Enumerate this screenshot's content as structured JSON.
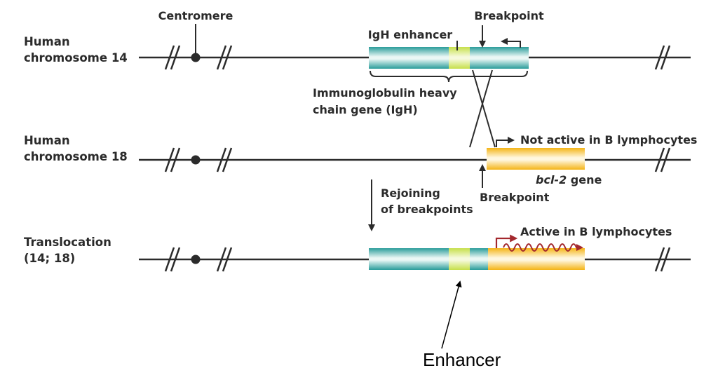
{
  "rows": [
    {
      "id": "chr14",
      "label_line1": "Human",
      "label_line2": "chromosome 14"
    },
    {
      "id": "chr18",
      "label_line1": "Human",
      "label_line2": "chromosome 18"
    },
    {
      "id": "translocation",
      "label_line1": "Translocation",
      "label_line2": "(14; 18)"
    }
  ],
  "labels": {
    "centromere": "Centromere",
    "igh_enhancer": "IgH enhancer",
    "breakpoint_top": "Breakpoint",
    "igh_gene_line1": "Immunoglobulin heavy",
    "igh_gene_line2": "chain gene (IgH)",
    "not_active": "Not active in B lymphocytes",
    "bcl2_italic": "bcl-2",
    "bcl2_suffix": " gene",
    "breakpoint_bottom": "Breakpoint",
    "rejoining_line1": "Rejoining",
    "rejoining_line2": "of breakpoints",
    "active": "Active in B lymphocytes",
    "enhancer_annotation": "Enhancer"
  },
  "colors": {
    "igh_teal": "#2a9c9a",
    "enhancer_green": "#c6df4a",
    "bcl2_orange": "#f4b416",
    "transcript_red": "#a3282d",
    "line": "#2b2b2b"
  }
}
